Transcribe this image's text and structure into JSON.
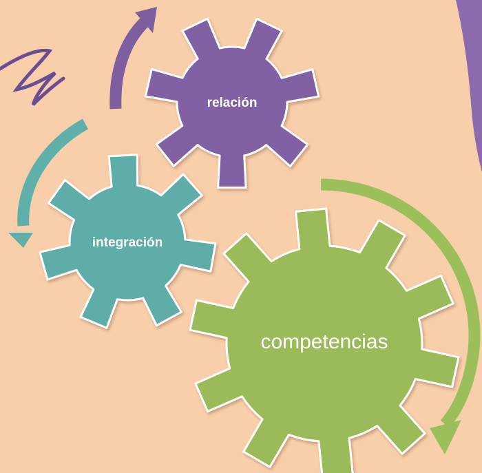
{
  "colors": {
    "background": "#f9cfab",
    "relation_gear": "#8161a3",
    "integration_gear": "#5fada8",
    "competencies_gear": "#9bbb5a",
    "purple_arrow": "#7f5ea0",
    "teal_arrow": "#5fb0aa",
    "green_arrow": "#9bc05b",
    "script_ink": "#6b4d92",
    "corner_decor": "#8b6aae"
  },
  "gears": [
    {
      "id": "relacion",
      "label": "relación",
      "color_key": "relation_gear",
      "bold": true
    },
    {
      "id": "integracion",
      "label": "integración",
      "color_key": "integration_gear",
      "bold": true
    },
    {
      "id": "competencias",
      "label": "competencias",
      "color_key": "competencies_gear",
      "bold": false
    }
  ],
  "arrows": [
    {
      "id": "purple",
      "color_key": "purple_arrow",
      "direction": "counterclockwise"
    },
    {
      "id": "teal",
      "color_key": "teal_arrow",
      "direction": "counterclockwise"
    },
    {
      "id": "green",
      "color_key": "green_arrow",
      "direction": "clockwise"
    }
  ]
}
